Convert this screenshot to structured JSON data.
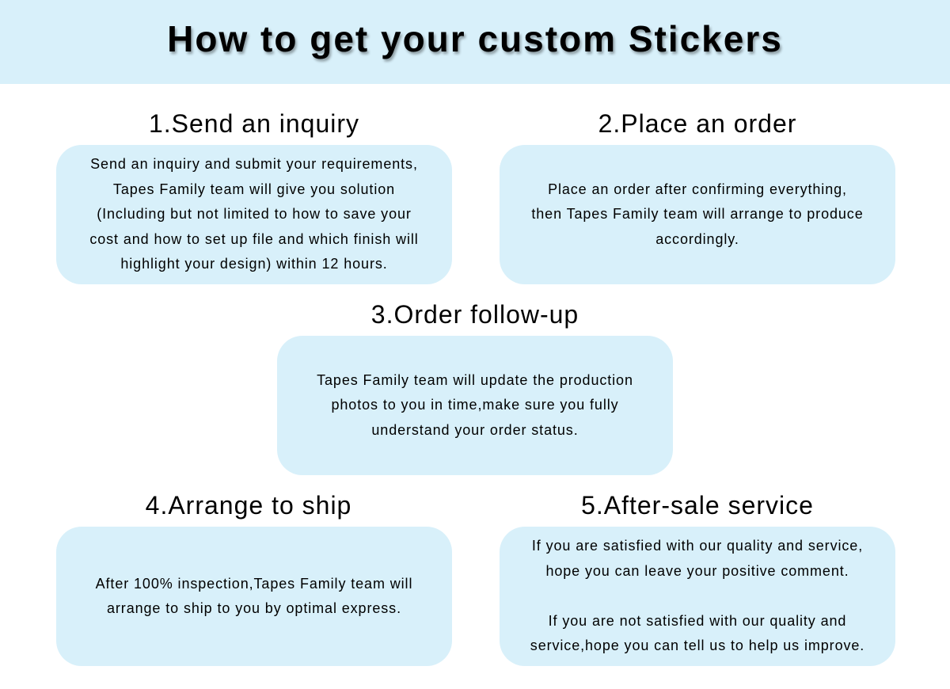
{
  "header": {
    "title": "How to get your custom Stickers",
    "background": "#d8f0fa"
  },
  "steps": [
    {
      "title": "1.Send an inquiry",
      "lines": [
        "Send an inquiry and submit your requirements,",
        "Tapes Family team will give you solution",
        "(Including but not limited to how to save your",
        "cost and how to set up file and which finish will",
        "highlight your design) within 12 hours."
      ]
    },
    {
      "title": "2.Place an order",
      "lines": [
        "Place an order after confirming everything,",
        "then Tapes Family team will arrange to produce",
        "accordingly."
      ]
    },
    {
      "title": "3.Order follow-up",
      "lines": [
        "Tapes Family team will update the production",
        "photos to you in time,make sure you fully",
        "understand your order status."
      ]
    },
    {
      "title": "4.Arrange to ship",
      "lines": [
        "After 100% inspection,Tapes Family team will",
        "arrange to ship to you by optimal express."
      ]
    },
    {
      "title": "5.After-sale service",
      "lines": [
        "If you are satisfied with our quality and service,",
        "hope you can leave your positive comment.",
        "If you are not satisfied with our quality and",
        "service,hope you can tell us to help us improve."
      ]
    }
  ]
}
